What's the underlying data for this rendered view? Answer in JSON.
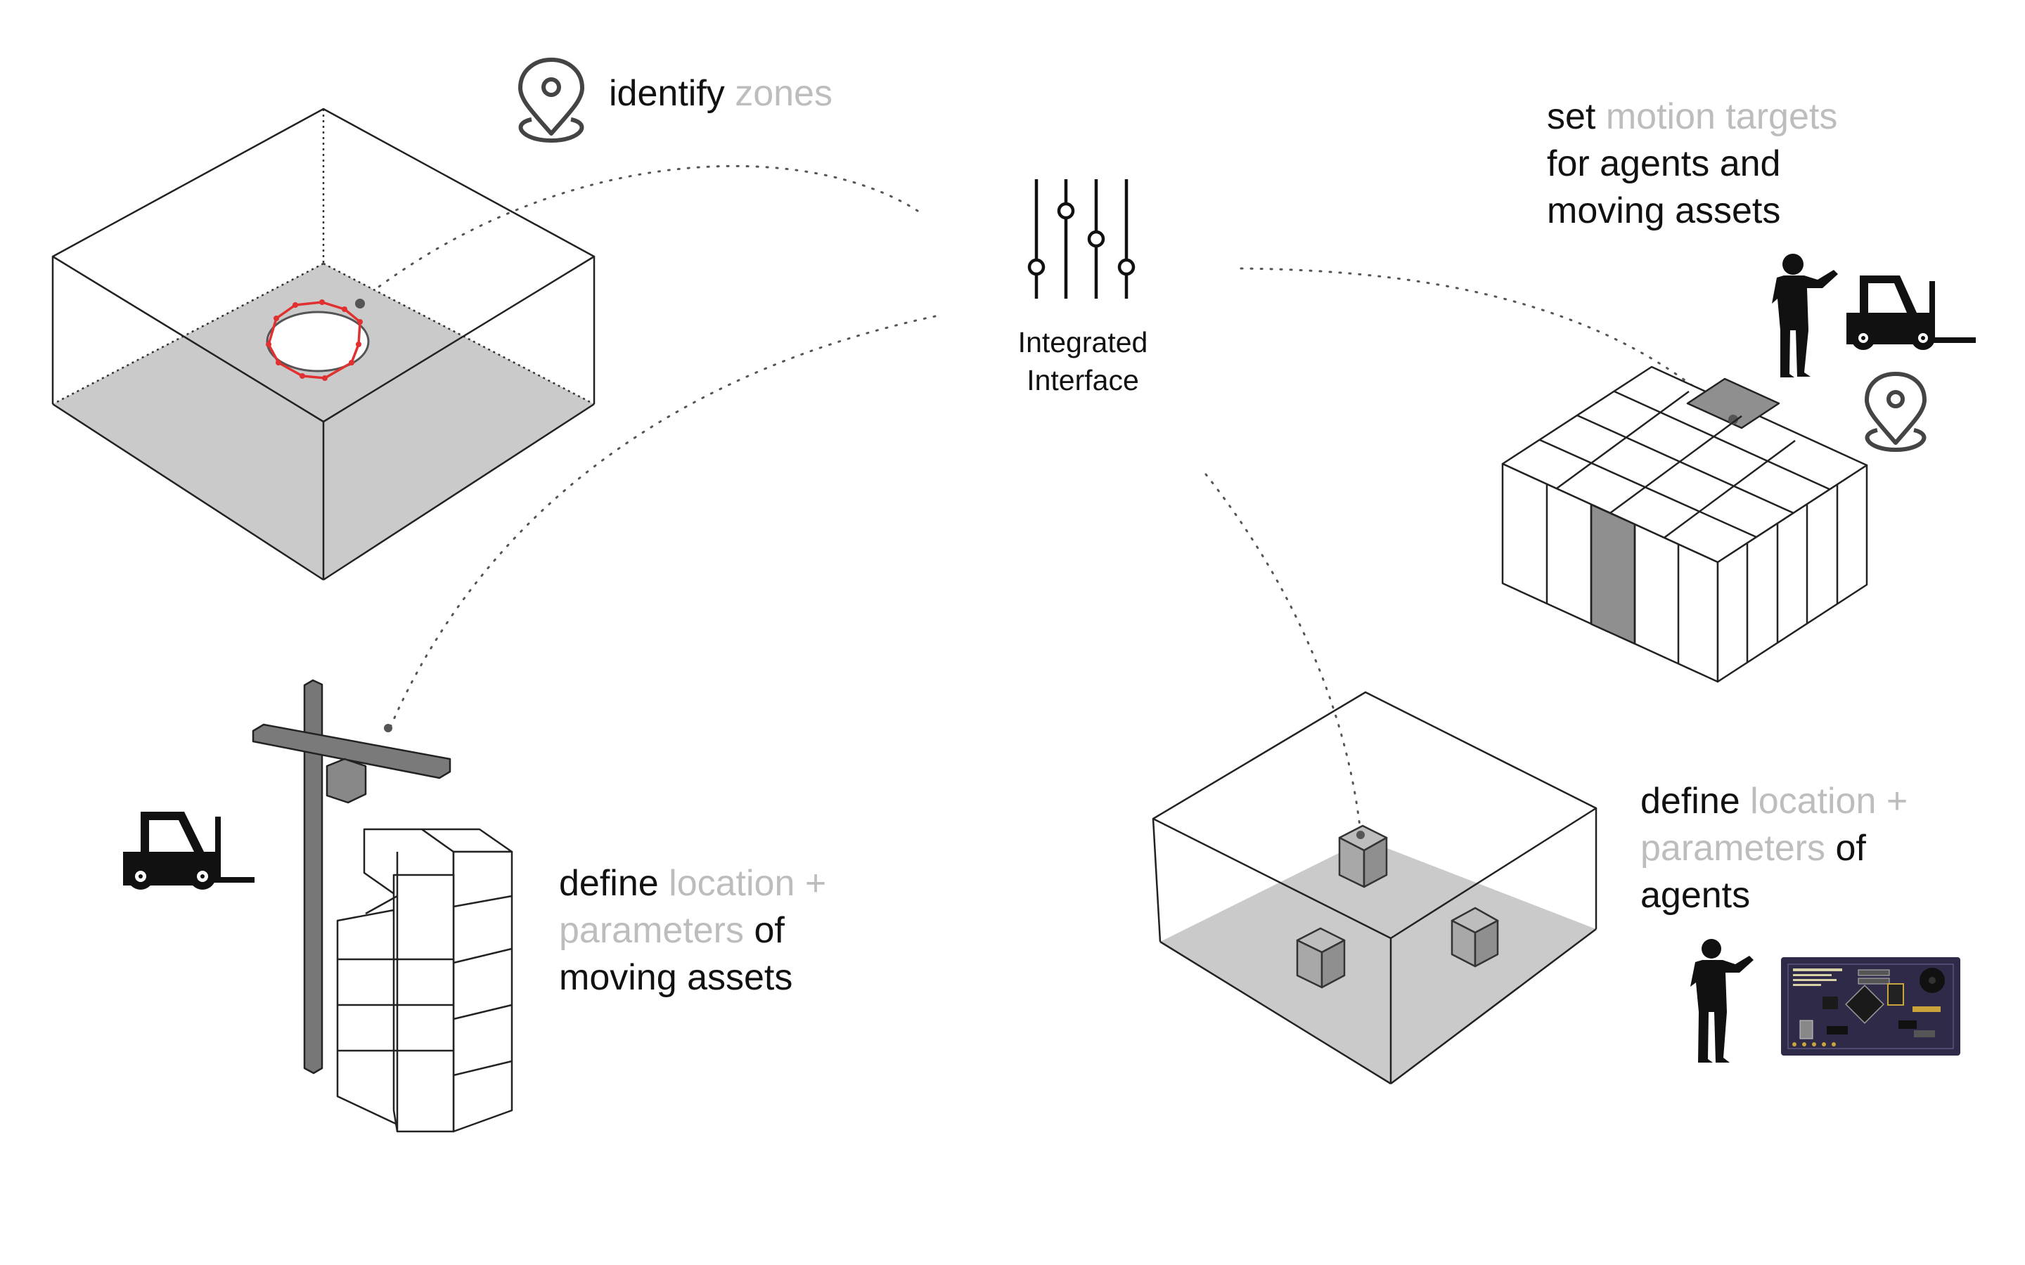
{
  "center": {
    "line1": "Integrated",
    "line2": "Interface"
  },
  "labels": {
    "zones": {
      "dark": "identify",
      "light": "zones"
    },
    "motion": {
      "dark1": "set",
      "light1": "motion targets",
      "line2": "for agents and",
      "line3": "moving assets"
    },
    "assets": {
      "dark1": "define",
      "light1": "location +",
      "light2": "parameters",
      "dark2": "of",
      "line3": "moving assets"
    },
    "agents": {
      "dark1": "define",
      "light1": "location +",
      "light2": "parameters",
      "dark2": "of",
      "line3": "agents"
    }
  },
  "colors": {
    "outline": "#222222",
    "floor": "#cacaca",
    "accent": "#e03030",
    "muted": "#bdbdbd",
    "cell_highlight": "#8f8f8f"
  },
  "icons": [
    "sliders-icon",
    "location-pin-icon",
    "forklift-icon",
    "person-pointing-icon",
    "circuit-board-icon"
  ]
}
